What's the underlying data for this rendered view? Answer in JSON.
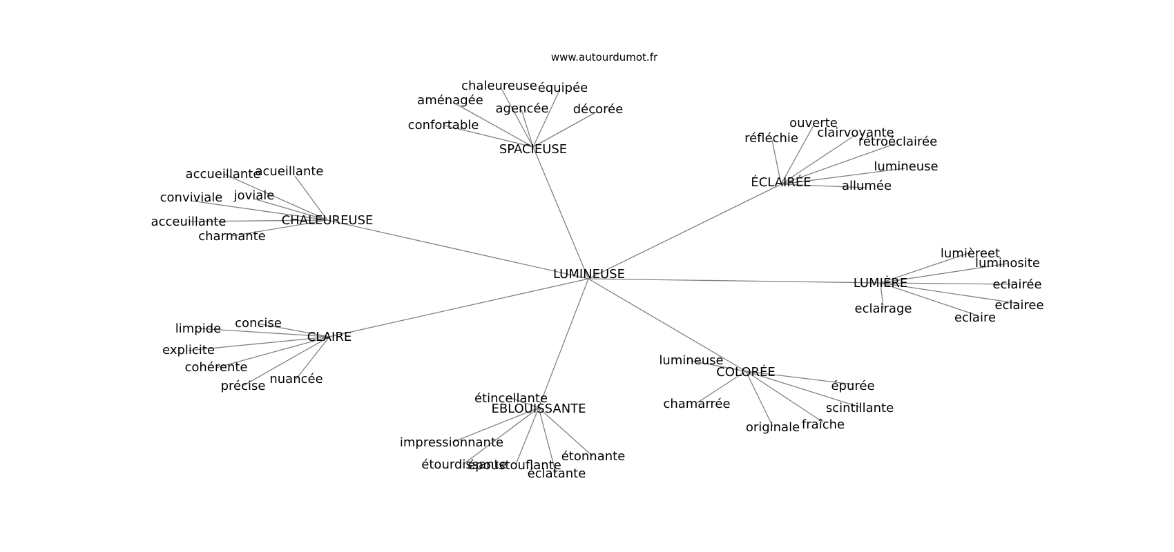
{
  "credit": "www.autourdumot.fr",
  "colors": {
    "edge": "#808080",
    "text": "#000000",
    "background": "#ffffff"
  },
  "graph": {
    "root": "LUMINEUSE",
    "clusters": [
      {
        "label": "SPACIEUSE",
        "leaves": [
          "chaleureuse",
          "équipée",
          "aménagée",
          "agencée",
          "décorée",
          "confortable"
        ]
      },
      {
        "label": "ÉCLAIRÉE",
        "leaves": [
          "ouverte",
          "réfléchie",
          "clairvoyante",
          "rétroéclairée",
          "lumineuse",
          "allumée"
        ]
      },
      {
        "label": "CHALEUREUSE",
        "leaves": [
          "accueillante",
          "acueillante",
          "joviale",
          "conviviale",
          "acceuillante",
          "charmante"
        ]
      },
      {
        "label": "LUMIÈRE",
        "leaves": [
          "lumièreet",
          "luminosite",
          "eclairée",
          "eclairee",
          "eclaire",
          "eclairage"
        ]
      },
      {
        "label": "CLAIRE",
        "leaves": [
          "concise",
          "limpide",
          "explicite",
          "cohérente",
          "précise",
          "nuancée"
        ]
      },
      {
        "label": "COLORÉE",
        "leaves": [
          "lumineuse",
          "épurée",
          "scintillante",
          "chamarrée",
          "originale",
          "fraîche"
        ]
      },
      {
        "label": "EBLOUISSANTE",
        "leaves": [
          "étincellante",
          "impressionnante",
          "étourdissante",
          "époustouflante",
          "éclatante",
          "étonnante"
        ]
      }
    ]
  }
}
